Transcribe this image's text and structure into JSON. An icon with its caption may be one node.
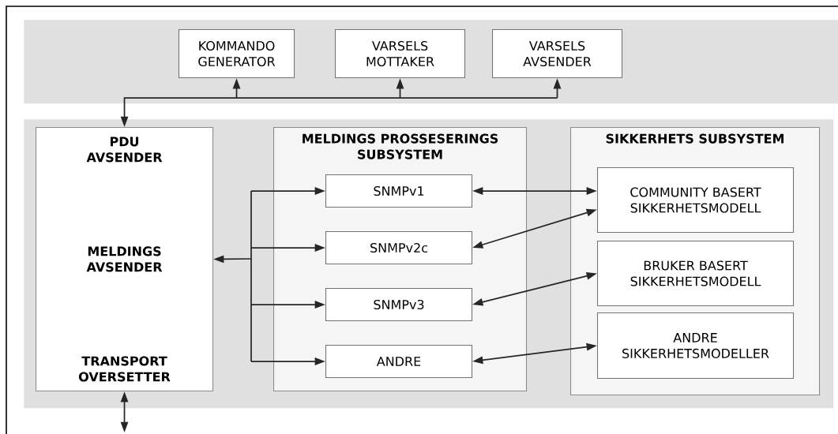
{
  "diagram": {
    "nodes": [
      {
        "text": [],
        "shape": "band"
      },
      {
        "text": [
          "KOMMANDO GENERATOR"
        ],
        "in": 0
      },
      {
        "text": [
          "VARSELS MOTTAKER"
        ],
        "in": 0
      },
      {
        "text": [
          "VARSELS AVSENDER"
        ],
        "in": 0
      },
      {
        "text": [],
        "shape": "band"
      },
      {
        "text": [
          "PDU AVSENDER",
          "MELDINGS AVSENDER",
          "TRANSPORT OVERSETTER"
        ],
        "in": 4
      },
      {
        "text": [
          "MELDINGS PROSSESERINGS SUBSYSTEM"
        ],
        "in": 4
      },
      {
        "text": [
          "SNMPv1"
        ],
        "in": 6
      },
      {
        "text": [
          "SNMPv2c"
        ],
        "in": 6
      },
      {
        "text": [
          "SNMPv3"
        ],
        "in": 6
      },
      {
        "text": [
          "ANDRE"
        ],
        "in": 6
      },
      {
        "text": [
          "SIKKERHETS SUBSYSTEM"
        ],
        "in": 4
      },
      {
        "text": [
          "COMMUNITY BASERT SIKKERHETSMODELL"
        ],
        "in": 11
      },
      {
        "text": [
          "BRUKER BASERT SIKKERHETSMODELL"
        ],
        "in": 11
      },
      {
        "text": [
          "ANDRE SIKKERHETSMODELLER"
        ],
        "in": 11
      }
    ],
    "edges": [
      {
        "from": 5,
        "to": 1,
        "arrow": "both"
      },
      {
        "from": 5,
        "to": 2,
        "arrow": "both"
      },
      {
        "from": 5,
        "to": 3,
        "arrow": "both"
      },
      {
        "from": 5,
        "to": null,
        "arrow": "both"
      },
      {
        "from": 5,
        "to": 7,
        "arrow": "both"
      },
      {
        "from": 5,
        "to": 8,
        "arrow": "both"
      },
      {
        "from": 5,
        "to": 9,
        "arrow": "both"
      },
      {
        "from": 5,
        "to": 10,
        "arrow": "both"
      },
      {
        "from": 7,
        "to": 12,
        "arrow": "both"
      },
      {
        "from": 8,
        "to": 12,
        "arrow": "both"
      },
      {
        "from": 9,
        "to": 13,
        "arrow": "both"
      },
      {
        "from": 10,
        "to": 14,
        "arrow": "both"
      }
    ]
  }
}
